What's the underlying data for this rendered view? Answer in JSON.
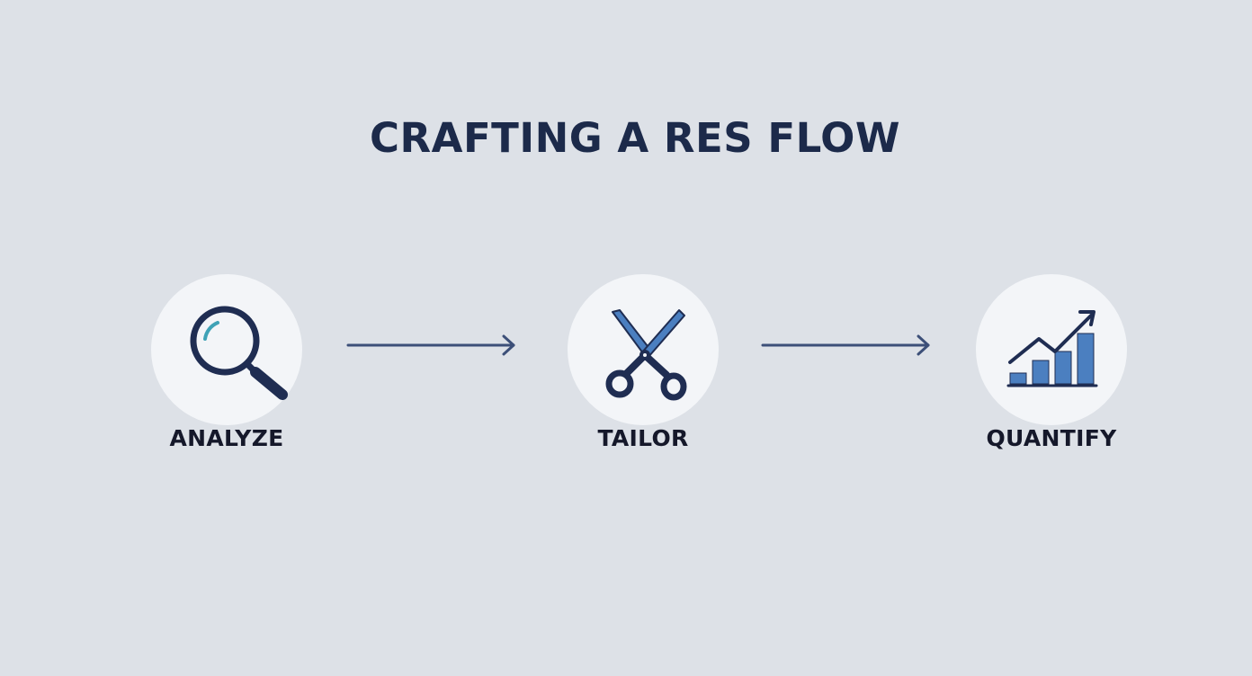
{
  "title": "CRAFTING A RES FLOW",
  "colors": {
    "background": "#dde1e7",
    "circle": "#f3f5f8",
    "navy": "#1f2d52",
    "blue": "#4b7fc0",
    "teal": "#3fa2b6",
    "arrow": "#3c4f78"
  },
  "steps": [
    {
      "label": "ANALYZE",
      "icon": "magnifying-glass-icon"
    },
    {
      "label": "TAILOR",
      "icon": "scissors-icon"
    },
    {
      "label": "QUANTIFY",
      "icon": "growth-chart-icon"
    }
  ]
}
